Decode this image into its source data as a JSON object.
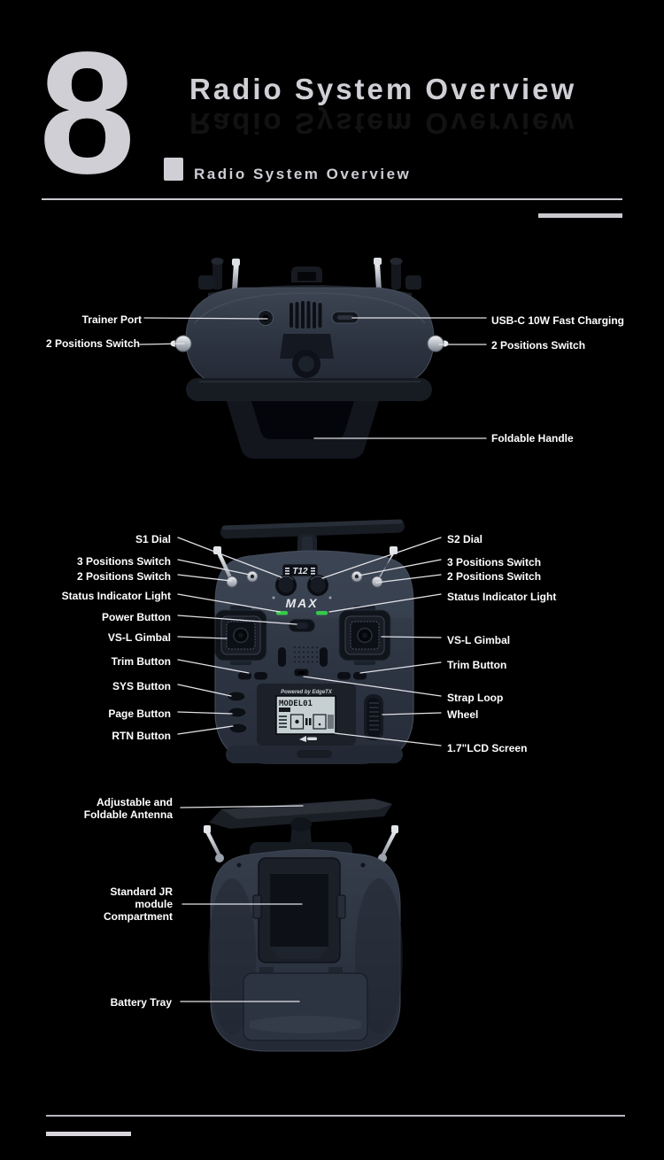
{
  "header": {
    "section_number": "8",
    "title": "Radio System Overview",
    "subtitle": "Radio System Overview"
  },
  "top_view": {
    "labels_left": [
      {
        "text": "Trainer Port"
      },
      {
        "text": "2 Positions Switch"
      }
    ],
    "labels_right": [
      {
        "text": "USB-C 10W Fast Charging"
      },
      {
        "text": "2 Positions Switch"
      },
      {
        "text": "Foldable Handle"
      }
    ]
  },
  "front_view": {
    "labels_left": [
      {
        "text": "S1 Dial"
      },
      {
        "text": "3 Positions Switch"
      },
      {
        "text": "2 Positions Switch"
      },
      {
        "text": "Status Indicator Light"
      },
      {
        "text": "Power Button"
      },
      {
        "text": "VS-L Gimbal"
      },
      {
        "text": "Trim Button"
      },
      {
        "text": "SYS Button"
      },
      {
        "text": "Page Button"
      },
      {
        "text": "RTN Button"
      }
    ],
    "labels_right": [
      {
        "text": "S2 Dial"
      },
      {
        "text": "3 Positions Switch"
      },
      {
        "text": "2 Positions Switch"
      },
      {
        "text": "Status Indicator Light"
      },
      {
        "text": "VS-L Gimbal"
      },
      {
        "text": "Trim Button"
      },
      {
        "text": "Strap Loop"
      },
      {
        "text": "Wheel"
      },
      {
        "text": "1.7\"LCD Screen"
      }
    ],
    "device": {
      "badge": "T12",
      "series": "MAX",
      "lcd_title": "MODEL01",
      "powered_by": "Powered by EdgeTX"
    }
  },
  "back_view": {
    "labels": [
      {
        "text": "Adjustable and\nFoldable Antenna"
      },
      {
        "text": "Standard JR\nmodule\nCompartment"
      },
      {
        "text": "Battery Tray"
      }
    ]
  },
  "colors": {
    "background": "#000000",
    "title": "#cfcfd5",
    "label": "#ffffff",
    "radio_body": "#2e3542",
    "status_led": "#35c94a",
    "leader_line": "#e2e2e8"
  }
}
